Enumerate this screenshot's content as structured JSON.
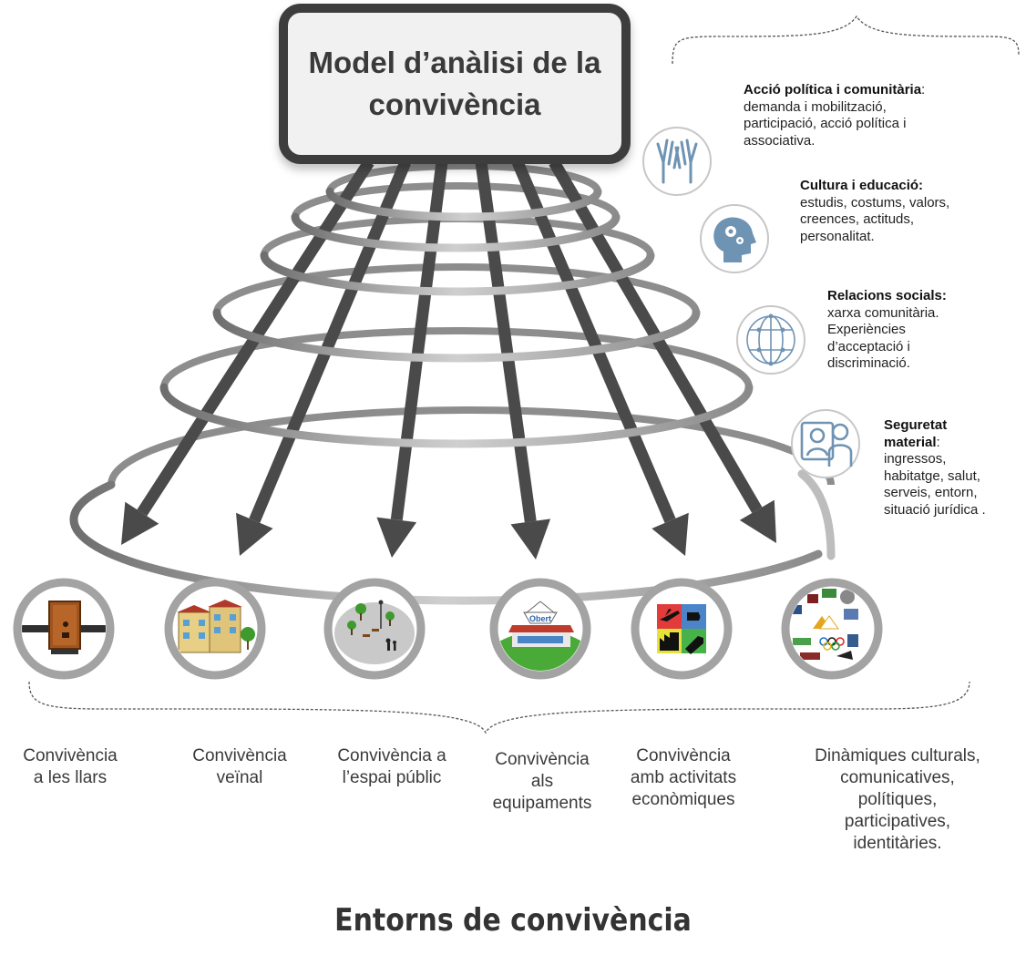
{
  "title": "Model d’anàlisi de la convivència",
  "dimensions": [
    {
      "heading": "Acció política i comunitària",
      "sep": ":",
      "lines": [
        "demanda i mobilització,",
        "participació, acció política i",
        "associativa."
      ],
      "icon": "raised-hands-icon"
    },
    {
      "heading": "Cultura i educació:",
      "sep": "",
      "lines": [
        "estudis, costums, valors,",
        "creences, actituds,",
        "personalitat."
      ],
      "icon": "head-gears-icon"
    },
    {
      "heading": "Relacions socials:",
      "sep": "",
      "lines": [
        "xarxa comunitària.",
        "Experiències",
        "d’acceptació i",
        "discriminació."
      ],
      "icon": "network-globe-icon"
    },
    {
      "heading": "Seguretat material",
      "sep": ":",
      "heading_lines": [
        "Seguretat",
        "material"
      ],
      "lines": [
        "ingressos,",
        "habitatge, salut,",
        "serveis, entorn,",
        "situació jurídica ."
      ],
      "icon": "person-screen-icon"
    }
  ],
  "environments": [
    {
      "lines": [
        "Convivència",
        "a les llars"
      ],
      "icon": "door-icon"
    },
    {
      "lines": [
        "Convivència",
        "veïnal"
      ],
      "icon": "buildings-icon"
    },
    {
      "lines": [
        "Convivència a",
        "l’espai públic"
      ],
      "icon": "park-icon"
    },
    {
      "lines": [
        "Convivència",
        "als",
        "equipaments"
      ],
      "icon": "facility-icon",
      "sign": "Obert"
    },
    {
      "lines": [
        "Convivència",
        "amb activitats",
        "econòmiques"
      ],
      "icon": "economy-icon"
    },
    {
      "lines": [
        "Dinàmiques culturals,",
        "comunicatives,",
        "polítiques,",
        "participatives,",
        "identitàries."
      ],
      "icon": "collage-icon"
    }
  ],
  "bottom_title": "Entorns de convivència",
  "colors": {
    "arrow": "#4a4a4a",
    "ring": "#a9a9a9",
    "icon_stroke": "#6f93b3",
    "title_border": "#3d3d3d"
  }
}
